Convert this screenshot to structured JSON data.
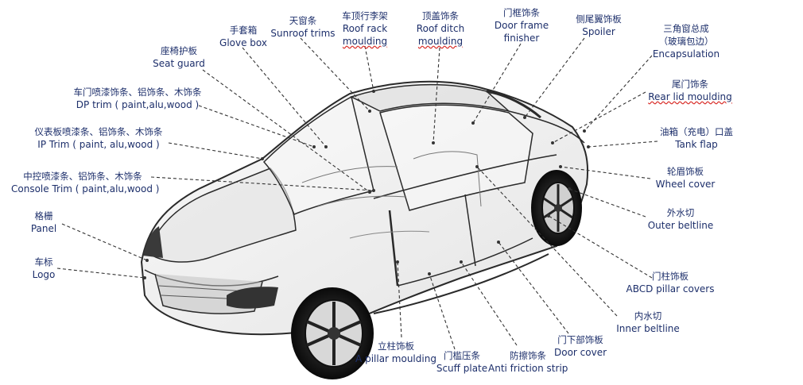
{
  "colors": {
    "label": "#1d2f6b",
    "leader": "#333333",
    "spellcheck": "#d9302b"
  },
  "labels": {
    "glove_box": {
      "zh": "手套箱",
      "en": "Glove box"
    },
    "sunroof_trims": {
      "zh": "天窗条",
      "en": "Sunroof trims"
    },
    "roof_rack": {
      "zh": "车顶行李架",
      "en1": "Roof rack",
      "en2": "moulding"
    },
    "roof_ditch": {
      "zh": "顶盖饰条",
      "en1": "Roof ditch",
      "en2": "moulding"
    },
    "door_frame": {
      "zh": "门框饰条",
      "en1": "Door frame",
      "en2": "finisher"
    },
    "spoiler": {
      "zh": "侧尾翼饰板",
      "en": "Spoiler"
    },
    "encapsulation": {
      "zh1": "三角窗总成",
      "zh2": "（玻璃包边）",
      "en": "Encapsulation"
    },
    "seat_guard": {
      "zh": "座椅护板",
      "en": "Seat guard"
    },
    "dp_trim": {
      "zh": "车门喷漆饰条、铝饰条、木饰条",
      "en": "DP trim ( paint,alu,wood )"
    },
    "ip_trim": {
      "zh": "仪表板喷漆条、铝饰条、木饰条",
      "en": "IP Trim ( paint, alu,wood )"
    },
    "console_trim": {
      "zh": "中控喷漆条、铝饰条、木饰条",
      "en": "Console Trim ( paint,alu,wood )"
    },
    "panel": {
      "zh": "格栅",
      "en": "Panel"
    },
    "logo": {
      "zh": "车标",
      "en": "Logo"
    },
    "rear_lid": {
      "zh": "尾门饰条",
      "en": "Rear lid moulding"
    },
    "tank_flap": {
      "zh": "油箱（充电）口盖",
      "en": "Tank flap"
    },
    "wheel_cover": {
      "zh": "轮眉饰板",
      "en": "Wheel cover"
    },
    "outer_beltline": {
      "zh": "外水切",
      "en": "Outer beltline"
    },
    "pillar_covers": {
      "zh": "门柱饰板",
      "en": "ABCD pillar covers"
    },
    "inner_beltline": {
      "zh": "内水切",
      "en": "Inner beltline"
    },
    "door_cover": {
      "zh": "门下部饰板",
      "en": "Door cover"
    },
    "anti_friction": {
      "zh": "防擦饰条",
      "en": "Anti friction strip"
    },
    "scuff_plate": {
      "zh": "门槛压条",
      "en": "Scuff plate"
    },
    "a_pillar": {
      "zh": "立柱饰板",
      "en": "A pillar moulding"
    }
  }
}
